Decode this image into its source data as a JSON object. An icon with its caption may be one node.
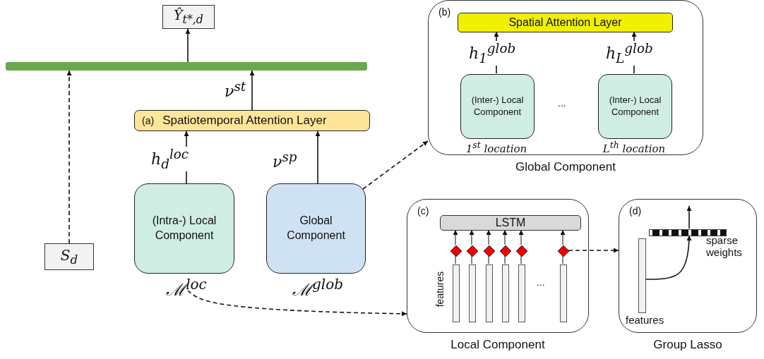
{
  "diagram": {
    "nodes": [
      {
        "text": [
          "Ŷ$_{t*,d}$"
        ]
      },
      {
        "text": [],
        "shape": "bar"
      },
      {
        "text": [
          "(a)",
          "Spatiotemporal Attention Layer"
        ]
      },
      {
        "text": [
          "(Intra-) Local Component"
        ],
        "beside": [
          "ℳ$^{loc}$"
        ]
      },
      {
        "text": [
          "Global Component"
        ],
        "beside": [
          "ℳ$^{glob}$"
        ]
      },
      {
        "text": [
          "S$_{d}$"
        ]
      },
      {
        "text": [
          "(b)",
          "Global Component"
        ]
      },
      {
        "text": [
          "Spatial Attention Layer"
        ],
        "in": 6
      },
      {
        "text": [
          "(Inter-) Local Component"
        ],
        "in": 6,
        "beside": [
          "1$^{st}$ location"
        ]
      },
      {
        "text": [
          "(Inter-) Local Component"
        ],
        "in": 6,
        "beside": [
          "L$^{th}$ location"
        ]
      },
      {
        "text": [
          "(c)",
          "Local Component"
        ]
      },
      {
        "text": [
          "LSTM"
        ],
        "in": 10
      },
      {
        "text": [],
        "shape": "diamond",
        "in": 10
      },
      {
        "text": [],
        "shape": "diamond",
        "in": 10
      },
      {
        "text": [],
        "shape": "diamond",
        "in": 10
      },
      {
        "text": [],
        "shape": "diamond",
        "in": 10
      },
      {
        "text": [],
        "shape": "diamond",
        "in": 10
      },
      {
        "text": [],
        "shape": "diamond",
        "in": 10
      },
      {
        "text": [],
        "shape": "bar",
        "in": 10
      },
      {
        "text": [],
        "shape": "bar",
        "in": 10
      },
      {
        "text": [],
        "shape": "bar",
        "in": 10
      },
      {
        "text": [],
        "shape": "bar",
        "in": 10
      },
      {
        "text": [],
        "shape": "bar",
        "in": 10
      },
      {
        "text": [],
        "shape": "bar",
        "in": 10
      },
      {
        "text": [
          "(d)",
          "Group Lasso"
        ]
      },
      {
        "text": [],
        "shape": "bar",
        "in": 24,
        "beside": [
          "features"
        ]
      },
      {
        "text": [],
        "shape": "bar",
        "in": 24,
        "beside": [
          "sparse weights"
        ]
      }
    ],
    "edges": [
      {
        "from": 1,
        "to": 0,
        "arrow": "to"
      },
      {
        "from": 5,
        "to": 1,
        "arrow": "to",
        "style": "dashed"
      },
      {
        "from": 2,
        "to": 1,
        "arrow": "to",
        "label": "ν$^{st}$"
      },
      {
        "from": 3,
        "to": 2,
        "arrow": "to",
        "label": "h$_{d}$$^{loc}$"
      },
      {
        "from": 4,
        "to": 2,
        "arrow": "to",
        "label": "ν$^{sp}$"
      },
      {
        "from": 4,
        "to": 6,
        "arrow": "to",
        "style": "dashed"
      },
      {
        "from": 3,
        "to": 10,
        "arrow": "to",
        "style": "dashed"
      },
      {
        "from": 8,
        "to": 7,
        "arrow": "to",
        "label": "h$_{1}$$^{glob}$"
      },
      {
        "from": 9,
        "to": 7,
        "arrow": "to",
        "label": "h$_{L}$$^{glob}$"
      },
      {
        "from": 18,
        "to": 12,
        "arrow": "none"
      },
      {
        "from": 19,
        "to": 13,
        "arrow": "none"
      },
      {
        "from": 20,
        "to": 14,
        "arrow": "none"
      },
      {
        "from": 21,
        "to": 15,
        "arrow": "none"
      },
      {
        "from": 22,
        "to": 16,
        "arrow": "none"
      },
      {
        "from": 23,
        "to": 17,
        "arrow": "none"
      },
      {
        "from": 12,
        "to": 11,
        "arrow": "to"
      },
      {
        "from": 13,
        "to": 11,
        "arrow": "to"
      },
      {
        "from": 14,
        "to": 11,
        "arrow": "to"
      },
      {
        "from": 15,
        "to": 11,
        "arrow": "to"
      },
      {
        "from": 16,
        "to": 11,
        "arrow": "to"
      },
      {
        "from": 17,
        "to": 11,
        "arrow": "to"
      },
      {
        "from": 17,
        "to": 24,
        "arrow": "to",
        "style": "dashed"
      },
      {
        "from": 25,
        "to": 26,
        "arrow": "to"
      },
      {
        "from": 26,
        "to": null,
        "arrow": "to"
      }
    ],
    "labels": [
      "...",
      "features",
      "..."
    ]
  }
}
